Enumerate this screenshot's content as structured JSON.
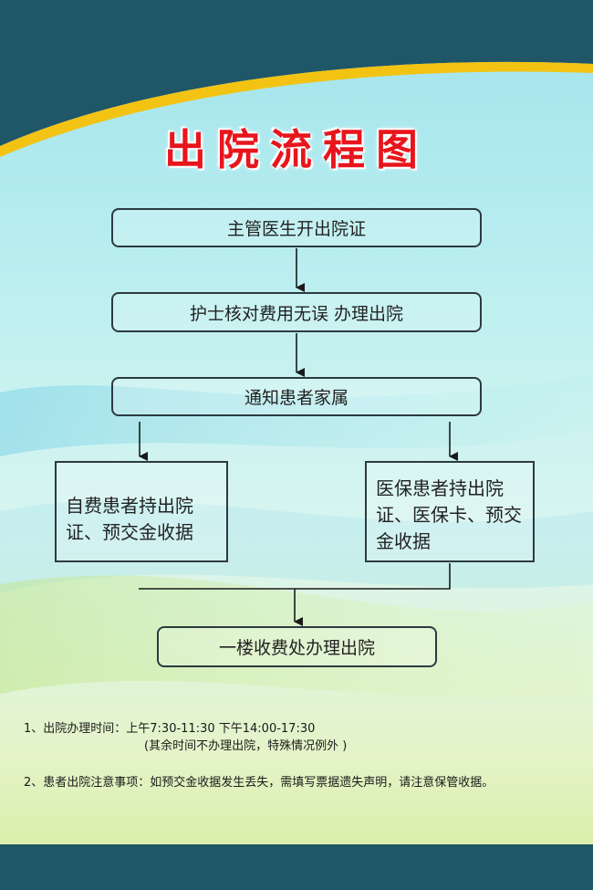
{
  "title": "出院流程图",
  "colors": {
    "title": "#e8151c",
    "band": "#1f5668",
    "accent": "#f3c313",
    "box_border": "#2c3a40"
  },
  "nodes": {
    "n1": "主管医生开出院证",
    "n2": "护士核对费用无误  办理出院",
    "n3": "通知患者家属",
    "n4": "自费患者持出院证、预交金收据",
    "n5": "医保患者持出院证、医保卡、预交金收据",
    "n6": "一楼收费处办理出院"
  },
  "notes": {
    "line1": "1、出院办理时间：上午7:30-11:30    下午14:00-17:30",
    "line1b": "(其余时间不办理出院，特殊情况例外 )",
    "line2": "2、患者出院注意事项：如预交金收据发生丢失，需填写票据遗失声明，请注意保管收据。"
  }
}
